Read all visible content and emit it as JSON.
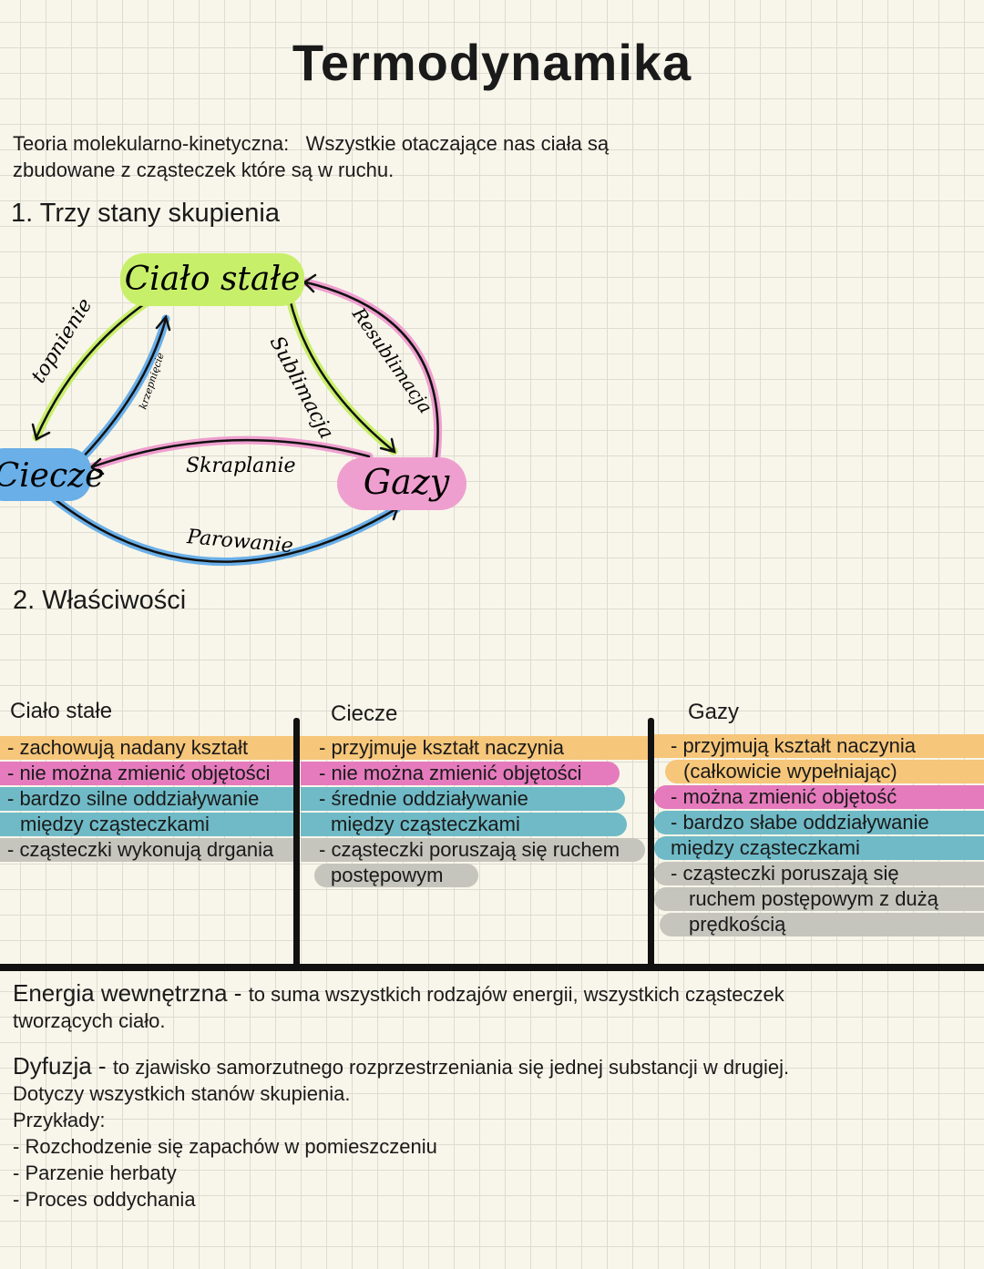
{
  "title": "Termodynamika",
  "intro": {
    "line1": "Teoria molekularno-kinetyczna:   Wszystkie otaczające nas ciała są",
    "line2": "zbudowane z cząsteczek które są w ruchu."
  },
  "section1": "1. Trzy stany skupienia",
  "diagram": {
    "solid": "Ciało stałe",
    "liquid": "Ciecze",
    "gas": "Gazy",
    "arrows": {
      "melting": "topnienie",
      "freezing": "krzepnięcie",
      "sublimation": "Sublimacja",
      "resublimation": "Resublimacja",
      "condensation": "Skraplanie",
      "evaporation": "Parowanie"
    },
    "colors": {
      "solid": "#c8ef6a",
      "liquid": "#6aafe8",
      "gas": "#ef9fcf"
    }
  },
  "section2": "2. Właściwości",
  "columns": [
    {
      "header": "Ciało stałe",
      "lines": [
        "- zachowują nadany kształt",
        "- nie można zmienić objętości",
        "- bardzo silne oddziaływanie",
        "między cząsteczkami",
        "- cząsteczki wykonują drgania"
      ]
    },
    {
      "header": "Ciecze",
      "lines": [
        "- przyjmuje kształt naczynia",
        "- nie można zmienić objętości",
        "- średnie oddziaływanie",
        "między cząsteczkami",
        "- cząsteczki poruszają się ruchem",
        "postępowym"
      ]
    },
    {
      "header": "Gazy",
      "lines": [
        "- przyjmują kształt naczynia",
        "(całkowicie wypełniając)",
        "- można zmienić objętość",
        "- bardzo słabe oddziaływanie",
        "między cząsteczkami",
        "- cząsteczki poruszają się",
        "ruchem postępowym z dużą",
        "prędkością"
      ]
    }
  ],
  "energy": {
    "term": "Energia wewnętrzna",
    "dash": " - ",
    "def": "to suma wszystkich rodzajów energii, wszystkich cząsteczek",
    "line2": "tworzących ciało."
  },
  "diffusion": {
    "term": "Dyfuzja",
    "dash": " - ",
    "def": "to zjawisko samorzutnego rozprzestrzeniania się jednej substancji w drugiej.",
    "line2": "Dotyczy wszystkich stanów skupienia.",
    "examples_label": "Przykłady:",
    "examples": [
      "- Rozchodzenie się zapachów w pomieszczeniu",
      "- Parzenie herbaty",
      "- Proces oddychania"
    ]
  }
}
